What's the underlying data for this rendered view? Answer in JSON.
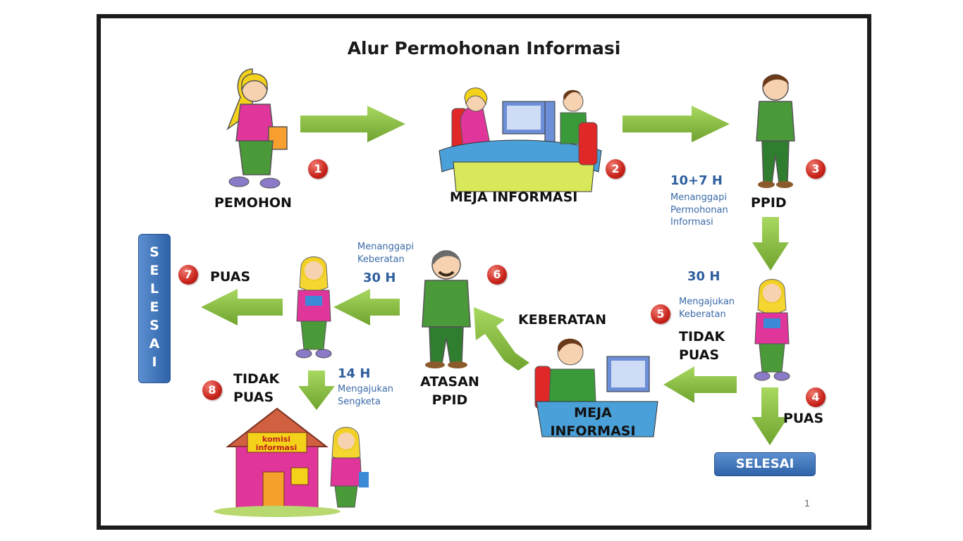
{
  "title": "Alur Permohonan Informasi",
  "labels": {
    "pemohon": "PEMOHON",
    "meja_informasi_top": "MEJA INFORMASI",
    "ppid": "PPID",
    "meja_informasi_bottom": "MEJA INFORMASI",
    "keberatan": "KEBERATAN",
    "atasan_ppid": "ATASAN PPID",
    "puas_4": "PUAS",
    "tidak_puas_5": "TIDAK PUAS",
    "puas_7": "PUAS",
    "tidak_puas_8": "TIDAK PUAS",
    "selesai_horizontal": "SELESAI",
    "selesai_vertical": "SELESAI",
    "komisi_sign": "komisi informasi"
  },
  "durations": {
    "ppid_response": "10+7 H",
    "keberatan_submit": "30 H",
    "atasan_response": "30 H",
    "sengketa": "14 H"
  },
  "notes": {
    "ppid_response": "Menanggapi Permohonan Informasi",
    "keberatan_submit": "Mengajukan Keberatan",
    "atasan_response": "Menanggapi Keberatan",
    "sengketa": "Mengajukan Sengketa"
  },
  "steps": [
    "1",
    "2",
    "3",
    "4",
    "5",
    "6",
    "7",
    "8"
  ],
  "page_number": "1",
  "colors": {
    "arrow": "#8cc044",
    "step_badge": "#c8241b",
    "button": "#3a6fb6",
    "label_blue": "#2f5f9e"
  }
}
